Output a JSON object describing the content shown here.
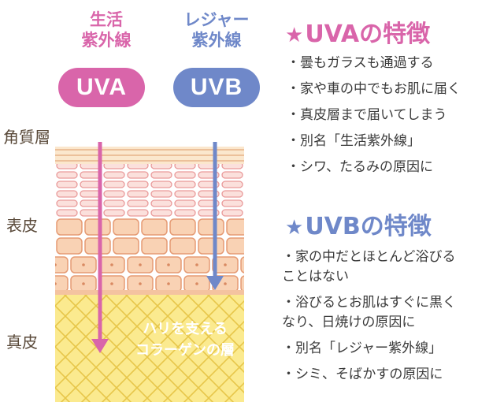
{
  "uva": {
    "caption": "生活\n紫外線",
    "badge": "UVA",
    "color": "#d965aa"
  },
  "uvb": {
    "caption": "レジャー\n紫外線",
    "badge": "UVB",
    "color": "#6f88c9"
  },
  "layers": {
    "stratum": "角質層",
    "epidermis": "表皮",
    "dermis": "真皮"
  },
  "collagen_note": "ハリを支える\nコラーゲンの層",
  "uva_features": {
    "star": "★",
    "title": "UVAの特徴",
    "items": [
      "・曇もガラスも通過する",
      "・家や車の中でもお肌に届く",
      "・真皮層まで届いてしまう",
      "・別名「生活紫外線」",
      "・シワ、たるみの原因に"
    ]
  },
  "uvb_features": {
    "star": "★",
    "title": "UVBの特徴",
    "items": [
      "・家の中だとほとんど浴びる\nことはない",
      "・浴びるとお肌はすぐに黒く\nなり、日焼けの原因に",
      "・別名「レジャー紫外線」",
      "・シミ、そばかすの原因に"
    ]
  }
}
